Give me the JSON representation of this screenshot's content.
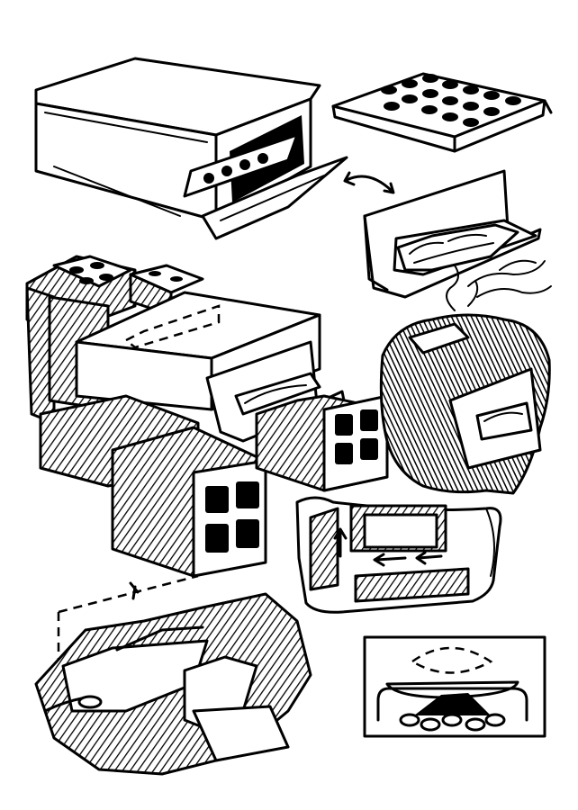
{
  "illustration": {
    "colors": {
      "ink": "#000000",
      "paper": "#ffffff"
    },
    "panels": [
      "box-oven-with-loaf-pan-shelf",
      "perforated-metal-shelf",
      "bread-in-loaf-tray",
      "cinder-block-firebox-oven",
      "camp-oven-smoking-in-brush",
      "airflow-diagram-sheet",
      "trench-fire-pit",
      "oven-cross-section-with-fire"
    ]
  }
}
